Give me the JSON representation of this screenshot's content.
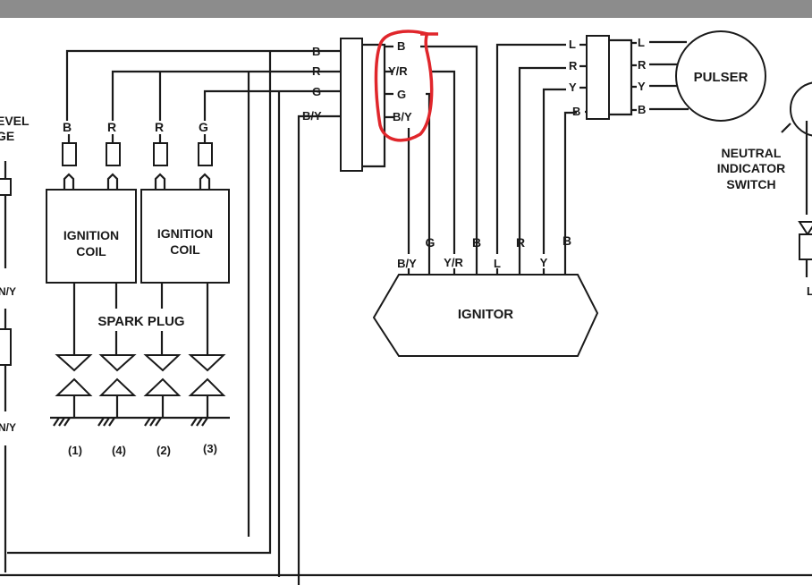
{
  "colors": {
    "ink": "#1a1a1a",
    "annotation": "#e0262b",
    "top_bar": "#8c8c8c"
  },
  "left_edge": {
    "label_line1": "EVEL",
    "label_line2": "GE",
    "wire_1": "N/Y",
    "wire_2": "N/Y"
  },
  "coil_wires": [
    "B",
    "R",
    "R",
    "G"
  ],
  "coils": [
    {
      "line1": "IGNITION",
      "line2": "COIL"
    },
    {
      "line1": "IGNITION",
      "line2": "COIL"
    }
  ],
  "spark_plug_label": "SPARK PLUG",
  "spark_plug_numbers": [
    "(1)",
    "(4)",
    "(2)",
    "(3)"
  ],
  "connector1": {
    "left_pins": [
      "B",
      "R",
      "G",
      "B/Y"
    ],
    "right_pins": [
      "B",
      "Y/R",
      "G",
      "B/Y"
    ]
  },
  "connector2": {
    "left_pins": [
      "L",
      "R",
      "Y",
      "B"
    ],
    "right_pins": [
      "L",
      "R",
      "Y",
      "B"
    ]
  },
  "pulser_label": "PULSER",
  "neutral_switch": {
    "line1": "NEUTRAL",
    "line2": "INDICATOR",
    "line3": "SWITCH"
  },
  "ignitor": {
    "label": "IGNITOR",
    "top_pins": [
      "G",
      "B",
      "R",
      "B"
    ],
    "bottom_pins": [
      "B/Y",
      "Y/R",
      "L",
      "Y"
    ]
  },
  "right_edge_label": "L"
}
